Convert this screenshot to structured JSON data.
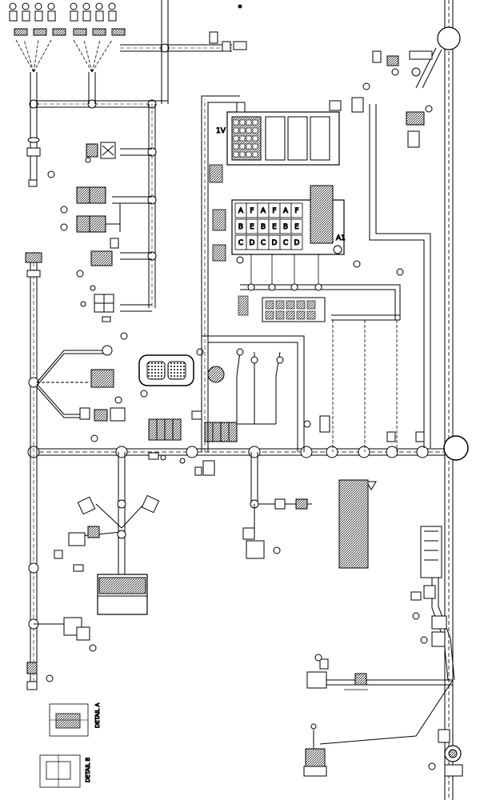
{
  "colors": {
    "line": "#000000",
    "harness": "#555555",
    "fill_dark": "#222222",
    "fill_mid": "#777777",
    "fill_light": "#dddddd",
    "paper": "#ffffff"
  },
  "diagram": {
    "fuse_panel_upper_label": "1V",
    "fuse_panel_lower_label": "A1",
    "relay_grid_cells": [
      "A",
      "F",
      "A",
      "F",
      "A",
      "F",
      "B",
      "E",
      "B",
      "E",
      "B",
      "E",
      "C",
      "D",
      "C",
      "D",
      "C",
      "D"
    ],
    "detail_labels": [
      "DETAIL A",
      "DETAIL B"
    ]
  }
}
